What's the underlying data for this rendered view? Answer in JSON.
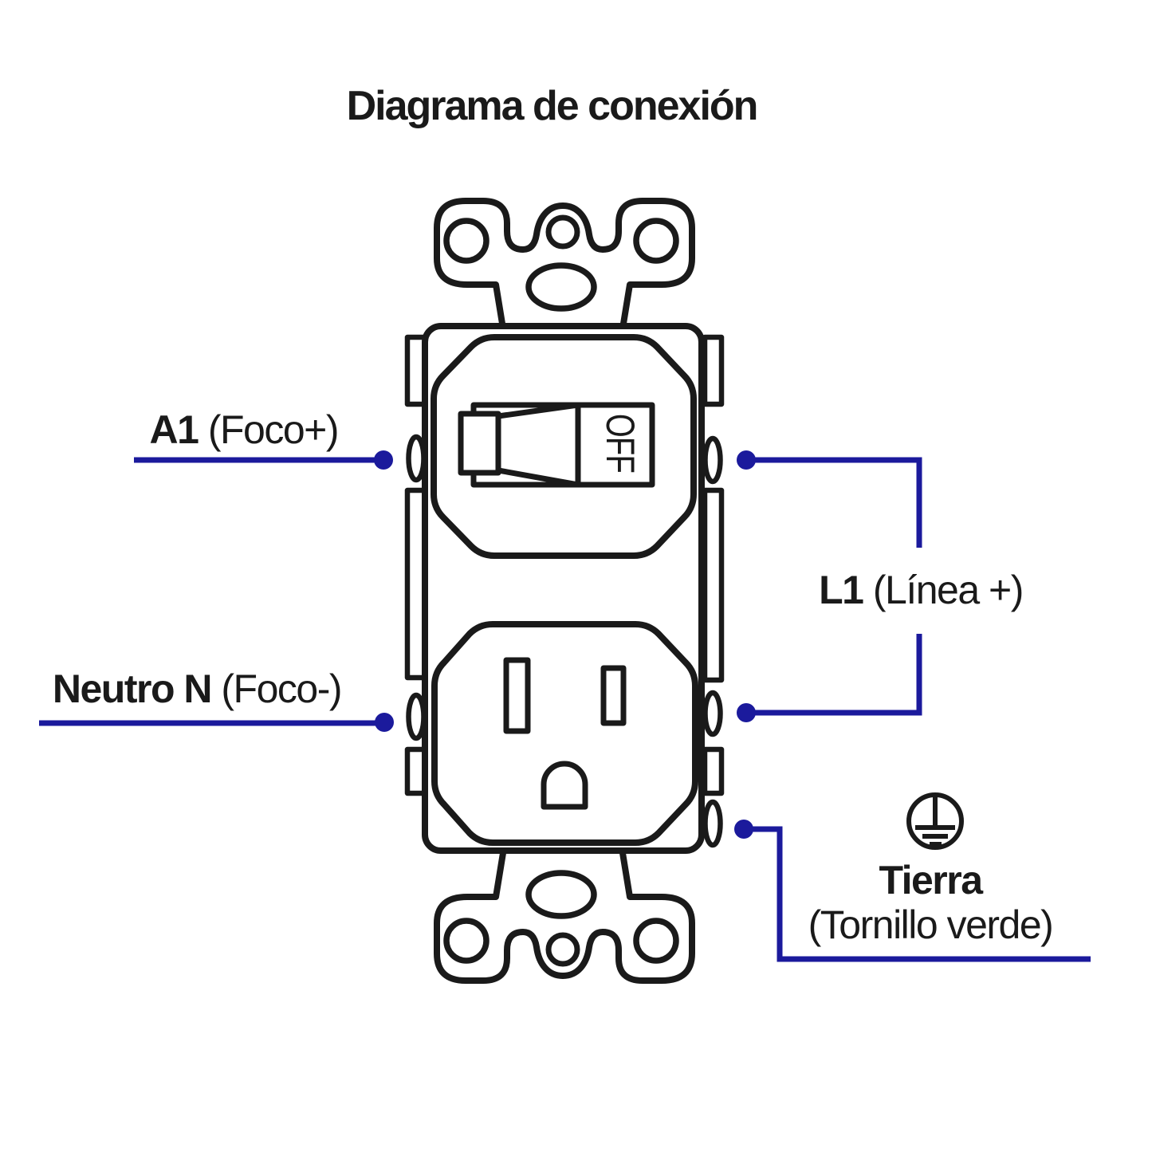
{
  "title": "Diagrama de conexión",
  "colors": {
    "wire": "#1B1A9C",
    "ink": "#1A1A1A"
  },
  "switch": {
    "state_label": "OFF"
  },
  "terminals": {
    "a1": {
      "bold": "A1",
      "rest": " (Foco+)"
    },
    "neutro": {
      "bold": "Neutro N",
      "rest": " (Foco-)"
    },
    "l1": {
      "bold": "L1",
      "rest": " (Línea +)"
    },
    "tierra": {
      "title": "Tierra",
      "subtitle": "(Tornillo verde)"
    }
  }
}
